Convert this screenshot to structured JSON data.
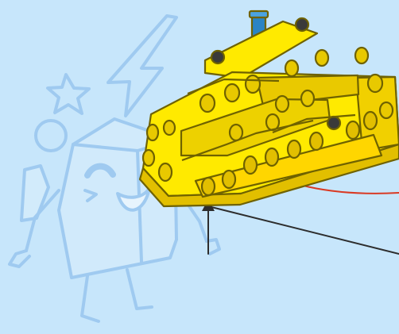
{
  "colors": {
    "background": "#c7e6fb",
    "mascot_outline": "#9fcaf0",
    "mascot_fill": "#d6ecfb",
    "beam_yellow": "#ffea00",
    "beam_shadow": "#e2bf00",
    "beam_outline": "#6f6200",
    "axle_blue": "#2a84c4",
    "connector_dark": "#3a3a3a",
    "leader_red": "#d93a24",
    "leader_dark": "#2d2d2d"
  },
  "icons": {
    "mascot": "smiling-box-mascot",
    "sparkle": "star-icon",
    "bolt": "lightning-bolt-icon",
    "model": "yellow-beam-assembly"
  },
  "callouts": [
    {
      "name": "upper-red-leader",
      "color": "leader_red"
    },
    {
      "name": "middle-red-leader",
      "color": "leader_red"
    },
    {
      "name": "lower-dark-leader",
      "color": "leader_dark"
    }
  ]
}
